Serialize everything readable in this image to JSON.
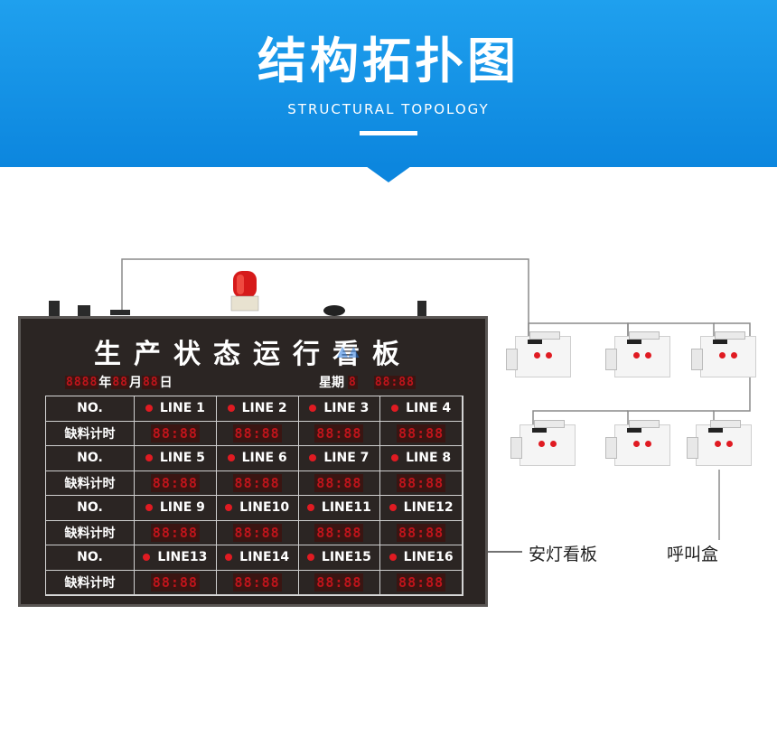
{
  "header": {
    "title": "结构拓扑图",
    "subtitle": "STRUCTURAL TOPOLOGY"
  },
  "board": {
    "title": "生产状态运行看板",
    "date_year_unit": "年",
    "date_month_unit": "月",
    "date_day_unit": "日",
    "weekday_label": "星期",
    "seg_year": "8888",
    "seg_month": "88",
    "seg_day": "88",
    "seg_week": "8",
    "seg_time": "88:88",
    "row_header_no": "NO.",
    "row_header_timer": "缺料计时",
    "timer_value": "88:88",
    "lines": [
      "LINE 1",
      "LINE 2",
      "LINE 3",
      "LINE 4",
      "LINE 5",
      "LINE 6",
      "LINE 7",
      "LINE 8",
      "LINE 9",
      "LINE10",
      "LINE11",
      "LINE12",
      "LINE13",
      "LINE14",
      "LINE15",
      "LINE16"
    ]
  },
  "labels": {
    "board": "安灯看板",
    "callbox": "呼叫盒"
  },
  "colors": {
    "header_blue": "#0c86de",
    "board_bg": "#2b2523",
    "led_red": "#c0141b"
  }
}
